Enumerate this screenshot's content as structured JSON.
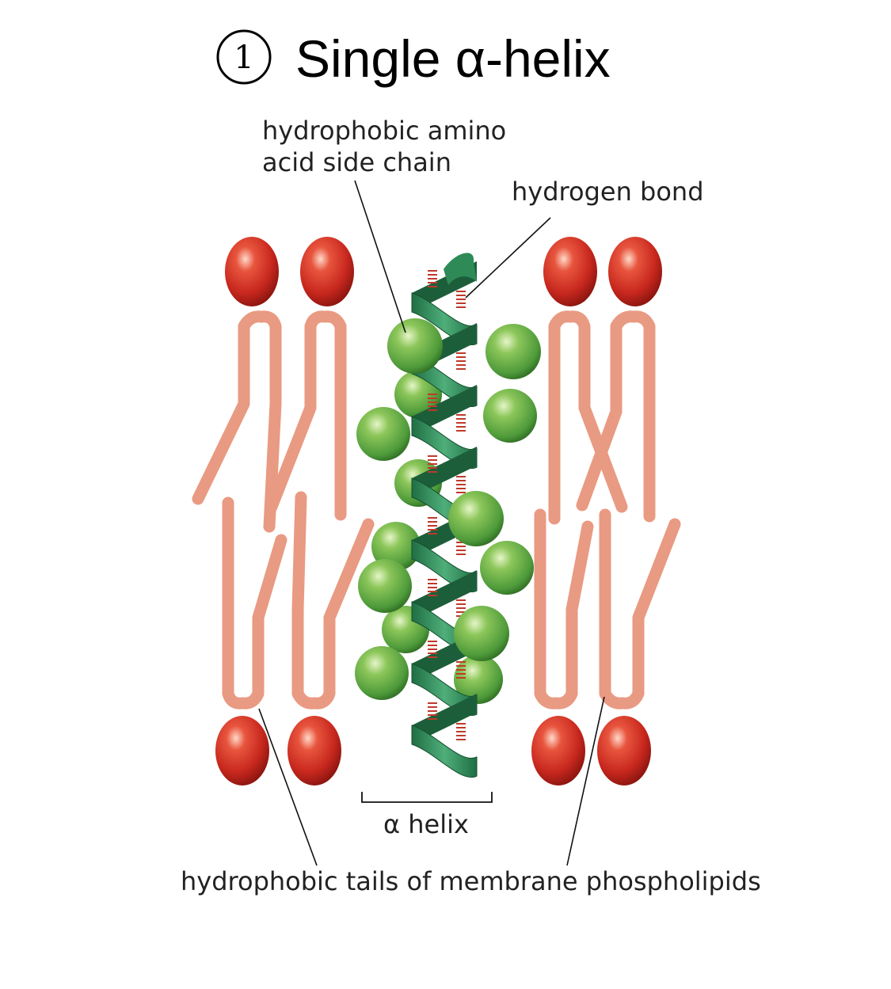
{
  "title": {
    "number": "1",
    "text": "Single α-helix"
  },
  "labels": {
    "side_chain_line1": "hydrophobic amino",
    "side_chain_line2": "acid side chain",
    "hydrogen_bond": "hydrogen bond",
    "alpha_helix": "α helix",
    "tails": "hydrophobic tails of membrane phospholipids"
  },
  "colors": {
    "phosphate_head": "#c8281e",
    "lipid_tail": "#e99a82",
    "helix_ribbon": "#2e8b57",
    "side_chain": "#6ab04c",
    "hydrogen_bond": "#c0392b"
  }
}
